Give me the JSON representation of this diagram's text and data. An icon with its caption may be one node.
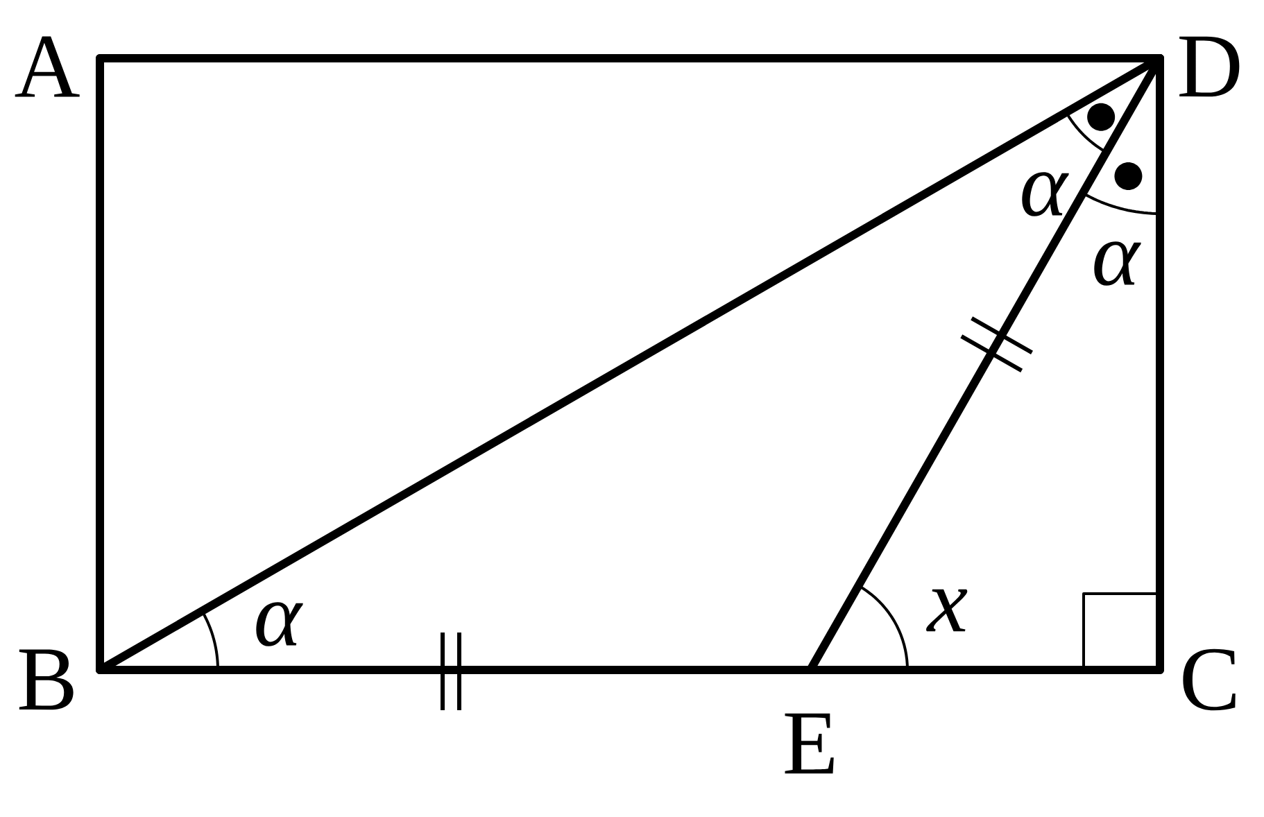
{
  "diagram": {
    "nodes": [
      {
        "text": [
          "A"
        ]
      },
      {
        "text": [
          "D"
        ]
      },
      {
        "text": [
          "B"
        ]
      },
      {
        "text": [
          "C"
        ]
      },
      {
        "text": [
          "E"
        ]
      }
    ],
    "edges": [
      {
        "from": 0,
        "to": 1,
        "arrow": "none"
      },
      {
        "from": 0,
        "to": 2,
        "arrow": "none"
      },
      {
        "from": 1,
        "to": 3,
        "arrow": "none"
      },
      {
        "from": 2,
        "to": 4,
        "arrow": "none"
      },
      {
        "from": 4,
        "to": 3,
        "arrow": "none"
      },
      {
        "from": 2,
        "to": 1,
        "arrow": "none"
      },
      {
        "from": 1,
        "to": 4,
        "arrow": "none"
      }
    ],
    "labels": [
      "α",
      "α",
      "x",
      "α"
    ]
  }
}
